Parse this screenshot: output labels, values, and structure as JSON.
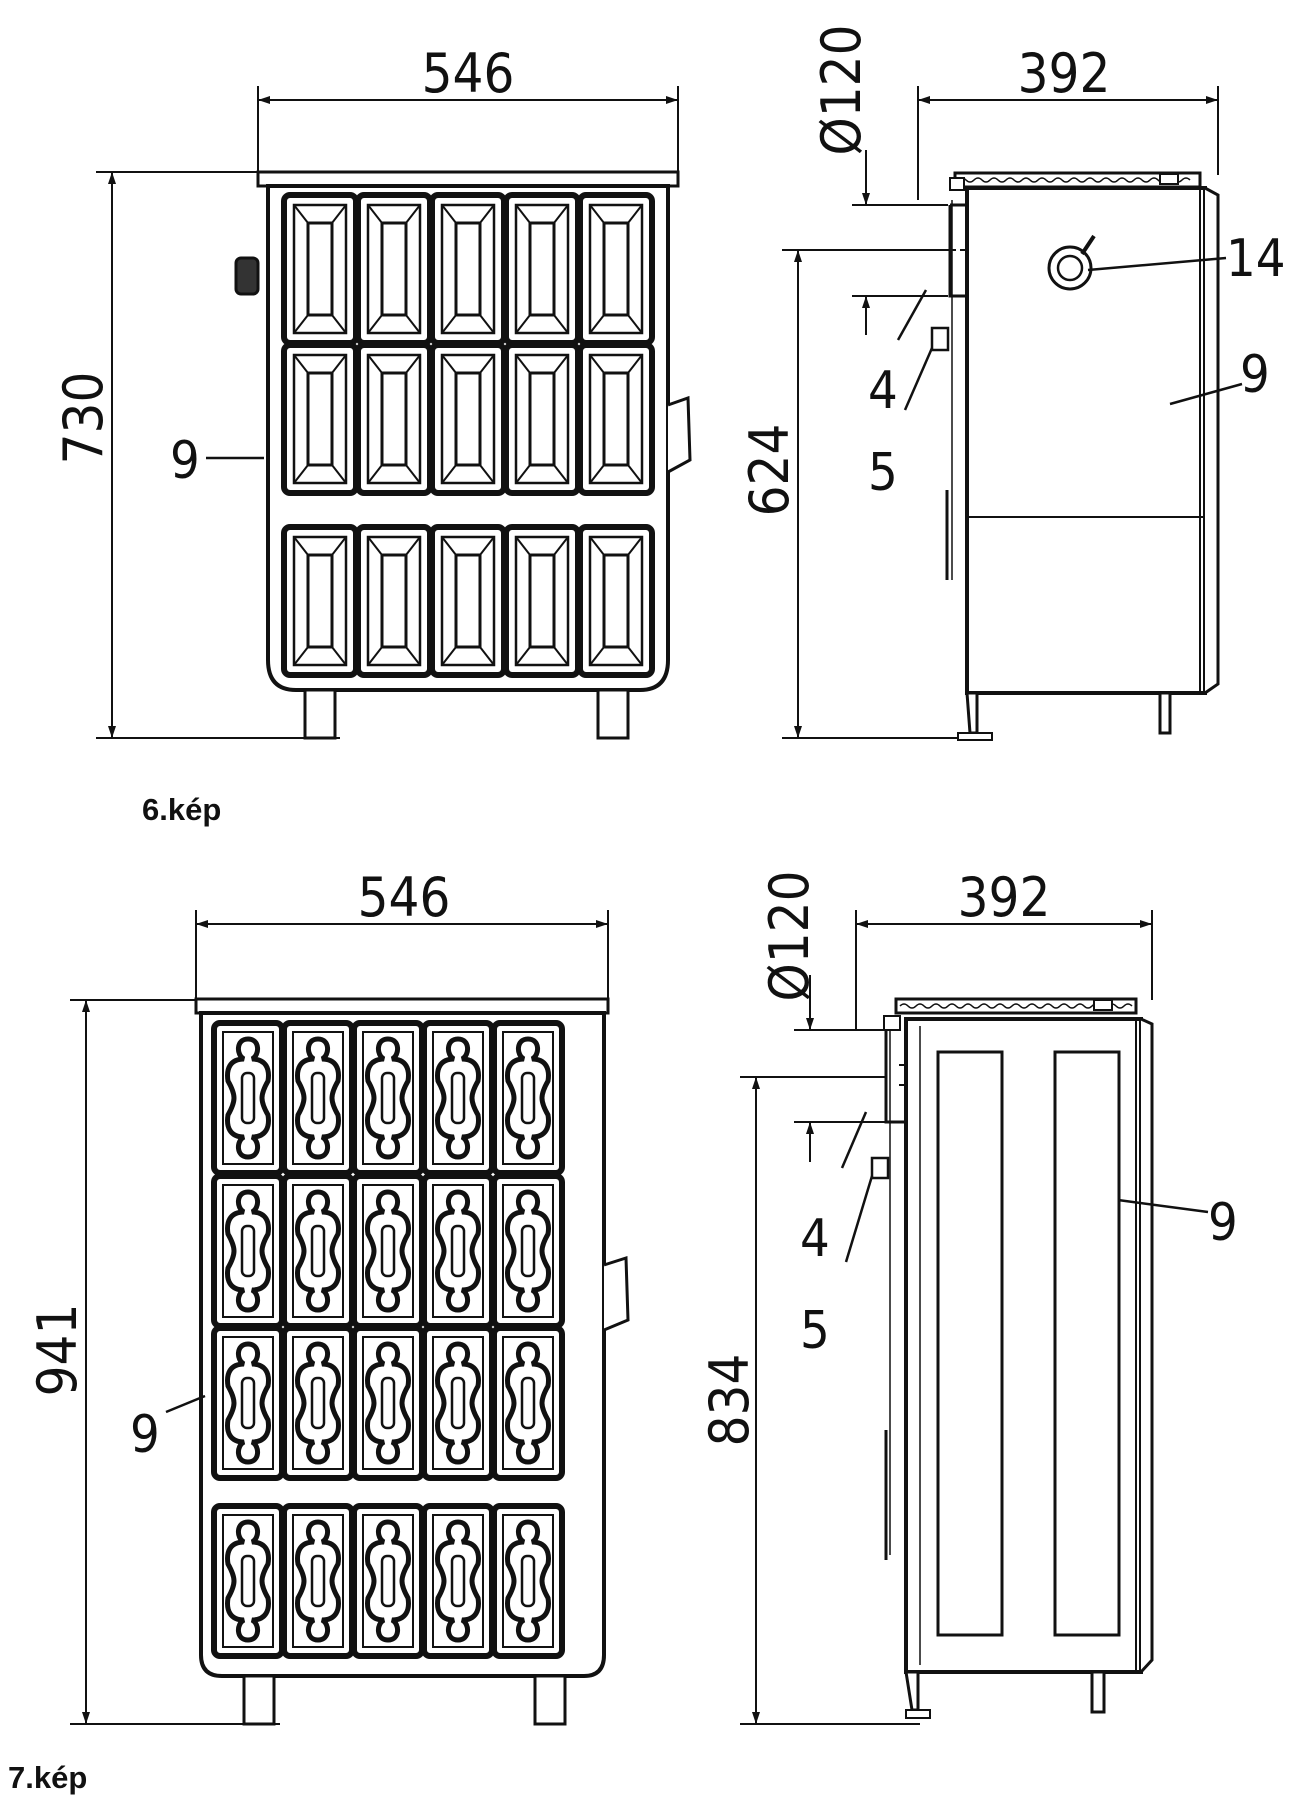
{
  "figure_6": {
    "caption": "6.kép",
    "front": {
      "width_label": "546",
      "height_label": "730",
      "callout_9": "9"
    },
    "side": {
      "width_label": "392",
      "flue_label": "Ø120",
      "flue_height_label": "624",
      "callout_14": "14",
      "callout_9": "9",
      "callout_4": "4",
      "callout_5": "5"
    }
  },
  "figure_7": {
    "caption": "7.kép",
    "front": {
      "width_label": "546",
      "height_label": "941",
      "callout_9": "9"
    },
    "side": {
      "width_label": "392",
      "flue_label": "Ø120",
      "flue_height_label": "834",
      "callout_9": "9",
      "callout_4": "4",
      "callout_5": "5"
    }
  }
}
